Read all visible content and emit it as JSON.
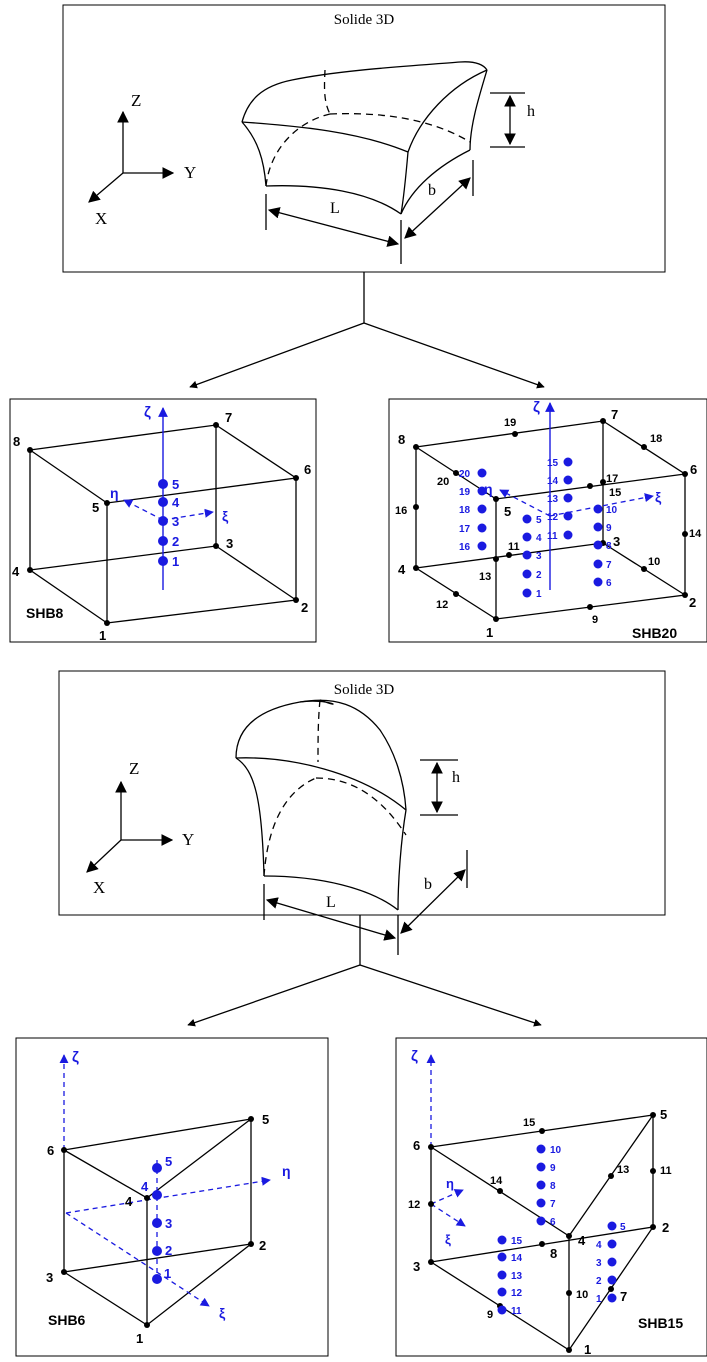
{
  "solid_title_top": "Solide 3D",
  "solid_title_bottom": "Solide 3D",
  "axes": {
    "x": "X",
    "y": "Y",
    "z": "Z"
  },
  "dims": {
    "height": "h",
    "length": "L",
    "width": "b"
  },
  "greek": {
    "xi": "ξ",
    "eta": "η",
    "zeta": "ζ"
  },
  "shb8": {
    "name": "SHB8",
    "corner_nodes": [
      "1",
      "2",
      "3",
      "4",
      "5",
      "6",
      "7",
      "8"
    ],
    "integration_points": [
      "1",
      "2",
      "3",
      "4",
      "5"
    ]
  },
  "shb20": {
    "name": "SHB20",
    "nodes": [
      "1",
      "2",
      "3",
      "4",
      "5",
      "6",
      "7",
      "8",
      "9",
      "10",
      "11",
      "12",
      "13",
      "14",
      "15",
      "16",
      "17",
      "18",
      "19",
      "20"
    ],
    "integration_points": [
      "1",
      "2",
      "3",
      "4",
      "5",
      "6",
      "7",
      "8",
      "9",
      "10",
      "11",
      "12",
      "13",
      "14",
      "15",
      "16",
      "17",
      "18",
      "19",
      "20"
    ]
  },
  "shb6": {
    "name": "SHB6",
    "corner_nodes": [
      "1",
      "2",
      "3",
      "4",
      "5",
      "6"
    ],
    "integration_points": [
      "1",
      "2",
      "3",
      "4",
      "5"
    ]
  },
  "shb15": {
    "name": "SHB15",
    "nodes": [
      "1",
      "2",
      "3",
      "4",
      "5",
      "6",
      "7",
      "8",
      "9",
      "10",
      "11",
      "12",
      "13",
      "14",
      "15"
    ],
    "integration_points": [
      "1",
      "2",
      "3",
      "4",
      "5",
      "6",
      "7",
      "8",
      "9",
      "10",
      "11",
      "12",
      "13",
      "14",
      "15"
    ]
  }
}
